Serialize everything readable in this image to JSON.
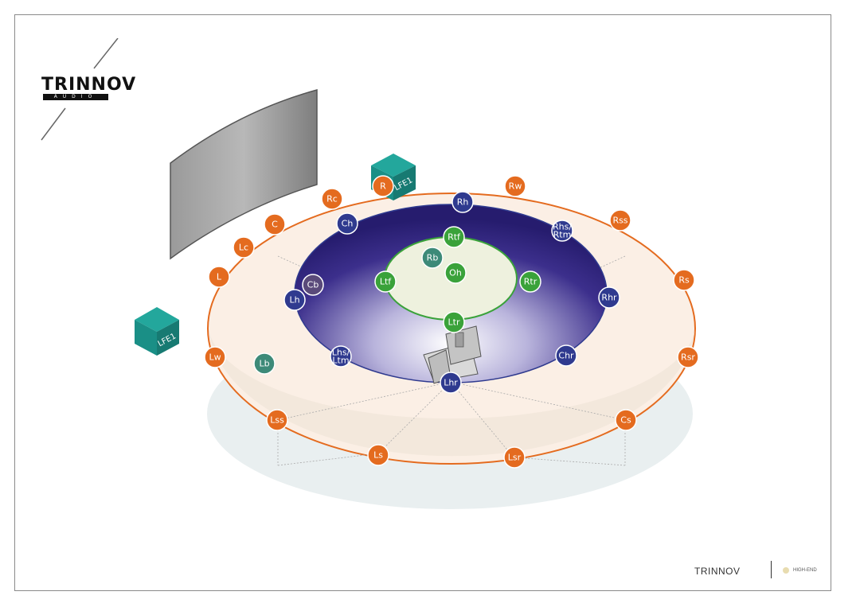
{
  "logo": {
    "text": "TRINNOV",
    "sub": "AUDIO"
  },
  "footer": {
    "brand": "TRINNOV",
    "badge": "HIGH-END"
  },
  "colors": {
    "bed": "#e46b1f",
    "height": "#2f3a8f",
    "top": "#3aa23a",
    "bass": "#3d8a78",
    "lfe": "#1a8f86"
  },
  "lfe": {
    "front": "LFE1",
    "side": "LFE1"
  },
  "speakers": [
    {
      "id": "spk-r",
      "label": "R",
      "group": "bed"
    },
    {
      "id": "spk-rw",
      "label": "Rw",
      "group": "bed"
    },
    {
      "id": "spk-rc",
      "label": "Rc",
      "group": "bed"
    },
    {
      "id": "spk-c",
      "label": "C",
      "group": "bed"
    },
    {
      "id": "spk-lc",
      "label": "Lc",
      "group": "bed"
    },
    {
      "id": "spk-l",
      "label": "L",
      "group": "bed"
    },
    {
      "id": "spk-lw",
      "label": "Lw",
      "group": "bed"
    },
    {
      "id": "spk-lss",
      "label": "Lss",
      "group": "bed"
    },
    {
      "id": "spk-ls",
      "label": "Ls",
      "group": "bed"
    },
    {
      "id": "spk-lsr",
      "label": "Lsr",
      "group": "bed"
    },
    {
      "id": "spk-cs",
      "label": "Cs",
      "group": "bed"
    },
    {
      "id": "spk-rsr",
      "label": "Rsr",
      "group": "bed"
    },
    {
      "id": "spk-rs",
      "label": "Rs",
      "group": "bed"
    },
    {
      "id": "spk-rss",
      "label": "Rss",
      "group": "bed"
    },
    {
      "id": "spk-rh",
      "label": "Rh",
      "group": "height"
    },
    {
      "id": "spk-ch",
      "label": "Ch",
      "group": "height"
    },
    {
      "id": "spk-rhs",
      "label": "Rhs/ Rtm",
      "group": "height"
    },
    {
      "id": "spk-lh",
      "label": "Lh",
      "group": "height"
    },
    {
      "id": "spk-rhr",
      "label": "Rhr",
      "group": "height"
    },
    {
      "id": "spk-lhs",
      "label": "Lhs/ Ltm",
      "group": "height"
    },
    {
      "id": "spk-chr",
      "label": "Chr",
      "group": "height"
    },
    {
      "id": "spk-lhr",
      "label": "Lhr",
      "group": "height"
    },
    {
      "id": "spk-cb",
      "label": "Cb",
      "group": "height"
    },
    {
      "id": "spk-rtf",
      "label": "Rtf",
      "group": "top"
    },
    {
      "id": "spk-oh",
      "label": "Oh",
      "group": "top"
    },
    {
      "id": "spk-ltf",
      "label": "Ltf",
      "group": "top"
    },
    {
      "id": "spk-rtr",
      "label": "Rtr",
      "group": "top"
    },
    {
      "id": "spk-ltr",
      "label": "Ltr",
      "group": "top"
    },
    {
      "id": "spk-rb",
      "label": "Rb",
      "group": "bass"
    },
    {
      "id": "spk-lb",
      "label": "Lb",
      "group": "bass"
    }
  ]
}
